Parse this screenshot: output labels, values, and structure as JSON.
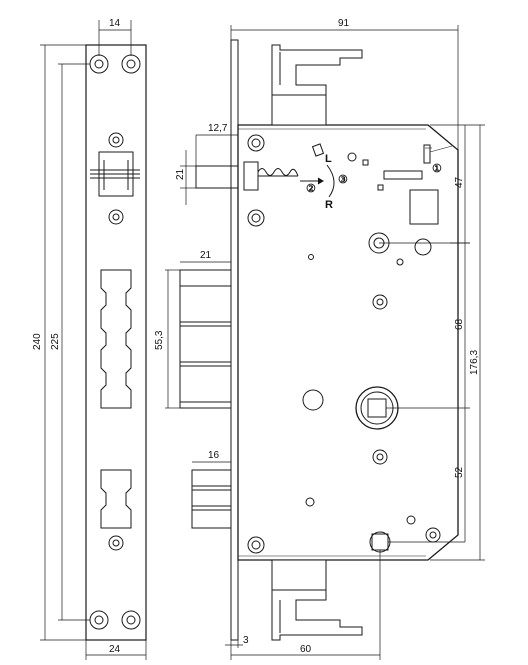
{
  "dimensions": {
    "d14": "14",
    "d91": "91",
    "d12_7": "12,7",
    "d21_latch": "21",
    "d47": "47",
    "d21_bolt": "21",
    "d55_3": "55,3",
    "d240": "240",
    "d225": "225",
    "d68": "68",
    "d176_3": "176,3",
    "d16": "16",
    "d52": "52",
    "d3": "3",
    "d24": "24",
    "d60": "60"
  },
  "annotations": {
    "L": "L",
    "R": "R",
    "step1": "①",
    "step2": "②",
    "step3": "③"
  }
}
